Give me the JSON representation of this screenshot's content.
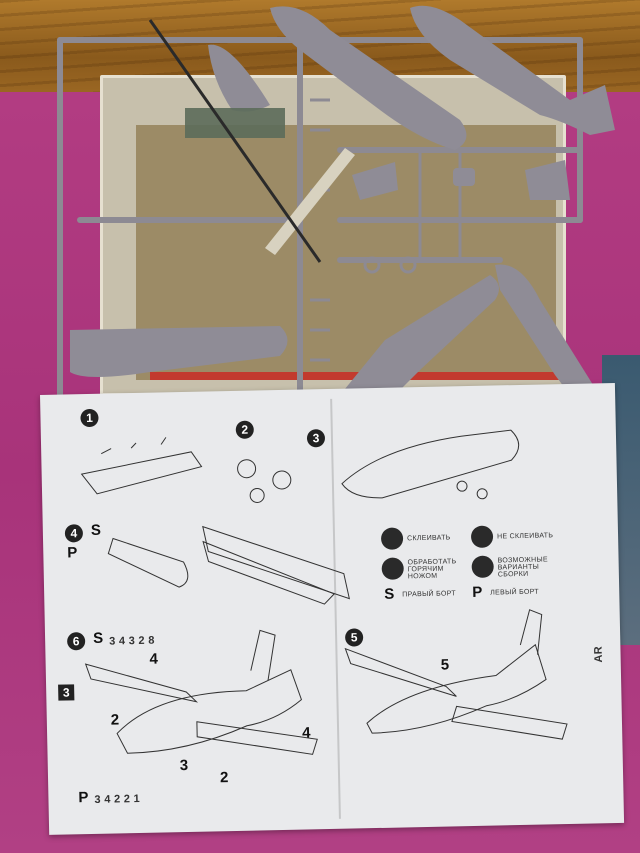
{
  "sheet": {
    "step1": "1",
    "step2": "2",
    "step3": "3",
    "step4": "4",
    "step5": "5",
    "step6": "6",
    "side_s": "S",
    "side_p": "P",
    "legend": {
      "glue": "СКЛЕИВАТЬ",
      "no_glue": "НЕ СКЛЕИВАТЬ",
      "trim": "ОБРАБОТАТЬ ГОРЯЧИМ НОЖОМ",
      "options": "ВОЗМОЖНЫЕ ВАРИАНТЫ СБОРКИ",
      "right_side": "ПРАВЫЙ БОРТ",
      "left_side": "ЛЕВЫЙ БОРТ"
    },
    "part_3": "3",
    "part_4": "4",
    "part_2": "2",
    "part_5": "5",
    "s_sequence": "3 4 3 2 8",
    "p_sequence": "3 4 2 2 1",
    "brand": "AR"
  },
  "colors": {
    "sprue_gray": "#8f8c95",
    "magenta": "#b0407a",
    "wood": "#9a6826",
    "paper": "#e9eaec"
  }
}
